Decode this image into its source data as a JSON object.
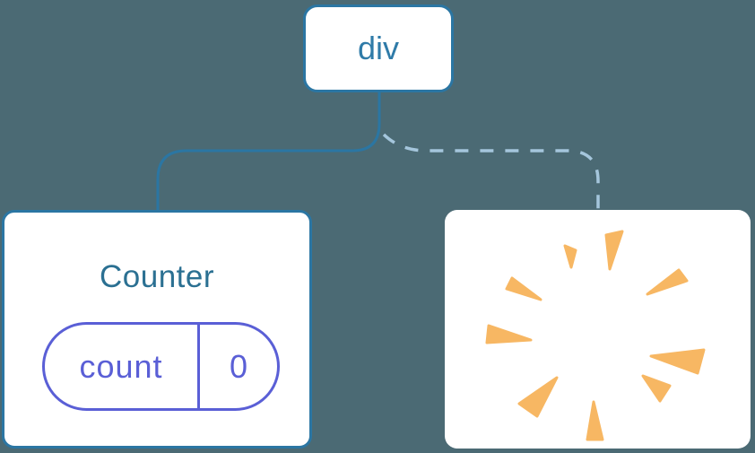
{
  "colors": {
    "background": "#4b6a74",
    "node_border": "#2b76a3",
    "root_text": "#2f7ba8",
    "title_text": "#2b7092",
    "state_purple": "#5a5fd6",
    "dashed_line": "#a5c6dc",
    "poof_orange": "#f7b763",
    "card_white": "#ffffff"
  },
  "tree": {
    "root": {
      "label": "div"
    },
    "children": [
      {
        "title": "Counter",
        "state": {
          "key": "count",
          "value": "0"
        },
        "connector_style": "solid"
      },
      {
        "icon": "poof-burst",
        "connector_style": "dashed"
      }
    ]
  },
  "poof_rays": [
    "180,28 198,24 184,66",
    "134,40 146,45 141,64",
    "75,76 69,88 107,100",
    "49,129 47,148 96,145",
    "261,67 270,79 226,94",
    "289,156 282,182 230,163",
    "221,185 251,196 240,213",
    "125,187 83,216 103,230",
    "166,214 159,256 176,256"
  ]
}
